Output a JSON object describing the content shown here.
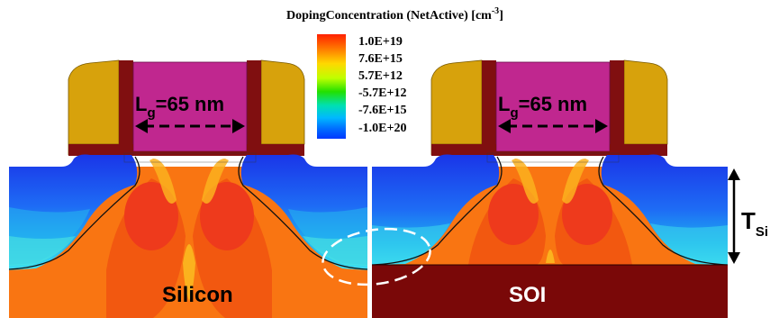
{
  "title": {
    "main": "DopingConcentration (NetActive) [cm",
    "sup": "-3",
    "tail": "]"
  },
  "color_scale": {
    "labels": [
      "1.0E+19",
      "7.6E+15",
      "5.7E+12",
      "-5.7E+12",
      "-7.6E+15",
      "-1.0E+20"
    ],
    "colors": [
      "#ff2000",
      "#ff7a00",
      "#ffd800",
      "#bfff00",
      "#22e000",
      "#00e0b0",
      "#00b8ff",
      "#0070ff",
      "#0038ff"
    ]
  },
  "devices": [
    {
      "gate_length_label": {
        "main": "L",
        "sub": "g",
        "tail": "=65 nm"
      },
      "substrate_label": "Silicon"
    },
    {
      "gate_length_label": {
        "main": "L",
        "sub": "g",
        "tail": "=65 nm"
      },
      "substrate_label": "SOI",
      "thickness_label": {
        "main": "T",
        "sub": "Si"
      }
    }
  ],
  "colors": {
    "spacer": "#d7a20c",
    "gate": "#c0278f",
    "oxide_liner": "#800f10",
    "box": "#7a0808",
    "body_orange": "#f97512",
    "body_dark": "#f25810",
    "hot_core": "#ee3a1c",
    "channel_yellow": "#fbb21e"
  }
}
